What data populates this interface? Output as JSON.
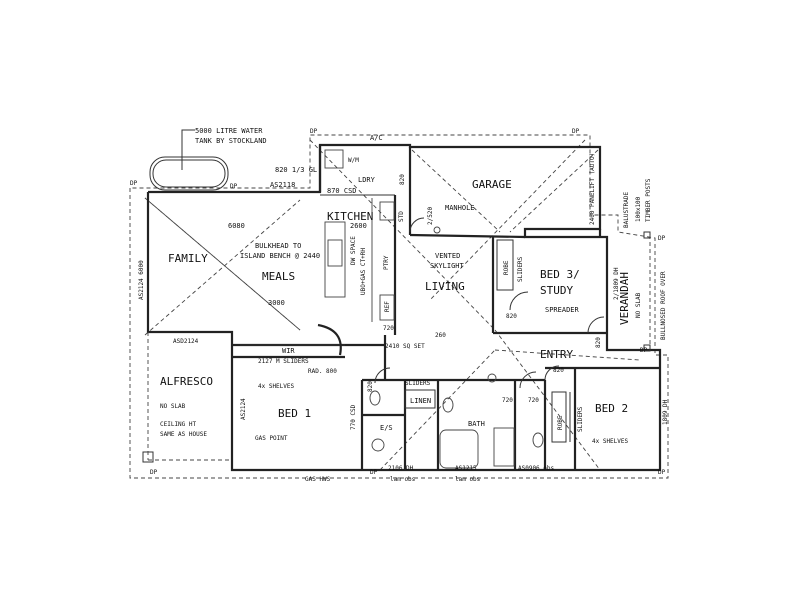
{
  "rooms": {
    "garage": "GARAGE",
    "kitchen": "KITCHEN",
    "family": "FAMILY",
    "meals": "MEALS",
    "living": "LIVING",
    "bed3": "BED 3/",
    "study": "STUDY",
    "verandah": "VERANDAH",
    "alfresco": "ALFRESCO",
    "bed1": "BED 1",
    "bed2": "BED 2",
    "entry": "ENTRY",
    "ldry": "LDRY",
    "wir": "WIR",
    "linen": "LINEN",
    "bath": "BATH",
    "es": "E/S",
    "ptry": "PTRY",
    "std": "STD",
    "ref": "REF",
    "robe1": "ROBE",
    "robe2": "ROBE"
  },
  "notes": {
    "water_tank_1": "5000 LITRE WATER",
    "water_tank_2": "TANK BY STOCKLAND",
    "ac": "A/C",
    "dp": "DP",
    "win_820_gl": "820 1/3 GL",
    "wm": "W/M",
    "as2118": "AS2118",
    "csd_870": "870 CSD",
    "d820_ldry": "820",
    "manhole": "MANHOLE",
    "door_2520": "2/520",
    "panelift": "2400 PANELIFT (AUTO)",
    "balustrade": "BALUSTRADE",
    "posts_1": "100x100",
    "posts_2": "TIMBER POSTS",
    "dim_6080": "6080",
    "dim_2600": "2600",
    "bulkhead_1": "BULKHEAD TO",
    "bulkhead_2": "ISLAND BENCH @ 2440",
    "dw_space": "DW SPACE",
    "ubo_gas": "UBO+GAS CT+RH",
    "vented_1": "VENTED",
    "vented_2": "SKYLIGHT",
    "sliders_bed3": "SLIDERS",
    "dh_2_1809": "2/1809 DH",
    "no_slab_v": "NO SLAB",
    "bullnosed": "BULLNOSED ROOF OVER",
    "as2124_v": "AS2124 6000",
    "dim_3000": "3000",
    "d820_bed3": "820",
    "spreader": "SPREADER",
    "d820_v": "820",
    "d720_living": "720",
    "dim_260": "260",
    "sq_set": "2410 SQ SET",
    "asd2124": "ASD2124",
    "sliders_wir": "2127 M SLIDERS",
    "rad_800": "RAD. 800",
    "shelves_wir": "4x SHELVES",
    "no_slab_a": "NO SLAB",
    "ceiling_1": "CEILING HT",
    "ceiling_2": "SAME AS HOUSE",
    "as2124_bed1": "AS2124",
    "gas_point": "GAS POINT",
    "d820_es": "820",
    "csd_770": "770 CSD",
    "sliders_linen": "SLIDERS",
    "d720_bath": "720",
    "d720_bed2": "720",
    "sliders_bed2": "SLIDERS",
    "dh_1809": "1809 DH",
    "shelves_bed2": "4x SHELVES",
    "d820_entry": "820",
    "dh_2106": "2106 DH",
    "lam_obs_1": "lam obs",
    "as1215": "AS1215",
    "lam_obs_2": "lam obs",
    "as0906": "AS0906 obs",
    "gas_hws": "GAS HWS"
  }
}
